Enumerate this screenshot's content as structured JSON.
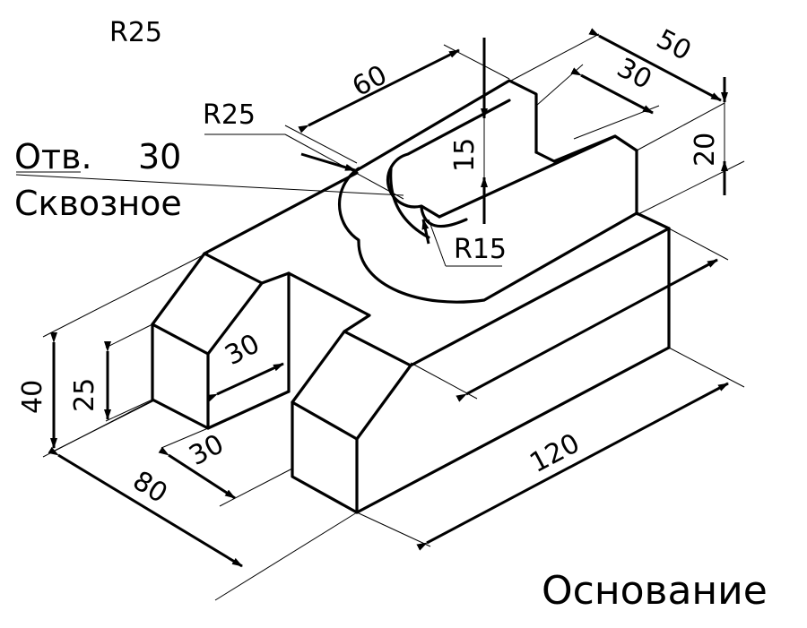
{
  "dimensions": {
    "r25_top": "R25",
    "r25": "R25",
    "r15": "R15",
    "d60": "60",
    "d50": "50",
    "d30_slot": "30",
    "d20": "20",
    "d15": "15",
    "d30_notch": "30",
    "d40": "40",
    "d25": "25",
    "d30_left": "30",
    "d80": "80",
    "d120": "120"
  },
  "note": {
    "line1_a": "Отв.",
    "line1_b": "30",
    "line2": "Сквозное"
  },
  "title": "Основание"
}
